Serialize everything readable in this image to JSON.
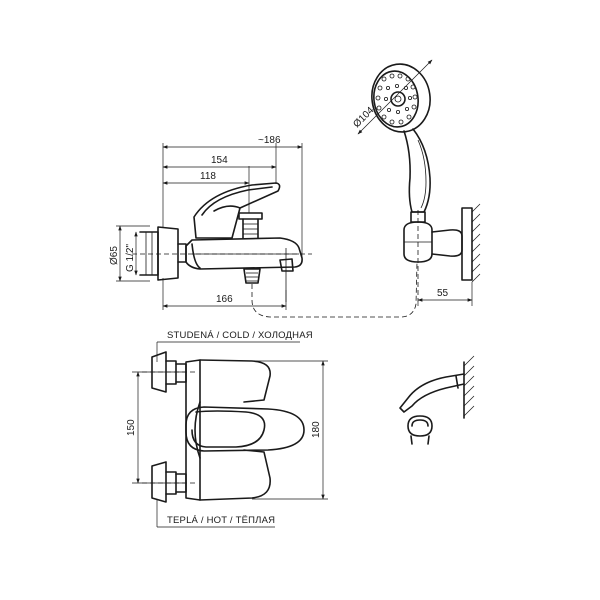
{
  "dimensions": {
    "overall_length": "~186",
    "length_154": "154",
    "length_118": "118",
    "length_166": "166",
    "diameter_65": "Ø65",
    "thread": "G 1/2\"",
    "shower_head_diameter": "Ø104",
    "holder_offset": "55",
    "inlet_spacing": "150",
    "body_height": "180"
  },
  "labels": {
    "cold_inlet": "STUDENÁ / COLD / ХОЛОДНАЯ",
    "hot_inlet": "TEPLÁ / HOT / ТЁПЛАЯ"
  }
}
